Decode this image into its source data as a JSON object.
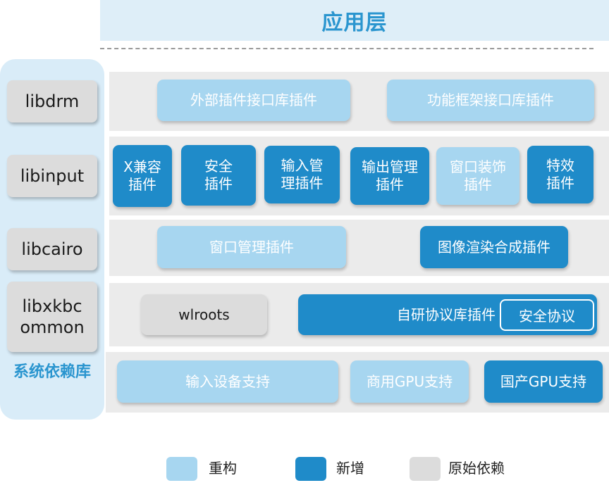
{
  "header": {
    "title": "应用层"
  },
  "system_libs": {
    "items": [
      "libdrm",
      "libinput",
      "libcairo",
      "libxkbcommon"
    ],
    "caption": "系统依赖库"
  },
  "rows": {
    "row1": [
      "外部插件接口库插件",
      "功能框架接口库插件"
    ],
    "row2": [
      "X兼容插件",
      "安全插件",
      "输入管理插件",
      "输出管理插件",
      "窗口装饰插件",
      "特效插件"
    ],
    "row3": [
      "窗口管理插件",
      "图像渲染合成插件"
    ],
    "row4": {
      "wlroots": "wlroots",
      "protocol": "自研协议库插件",
      "security": "安全协议"
    },
    "row5": [
      "输入设备支持",
      "商用GPU支持",
      "国产GPU支持"
    ]
  },
  "legend": {
    "refactor": "重构",
    "new": "新增",
    "original": "原始依赖"
  },
  "colors": {
    "refactor": "#a7d6f0",
    "new": "#1f8bc9",
    "original": "#dcdcdc",
    "title": "#2a95cf"
  }
}
